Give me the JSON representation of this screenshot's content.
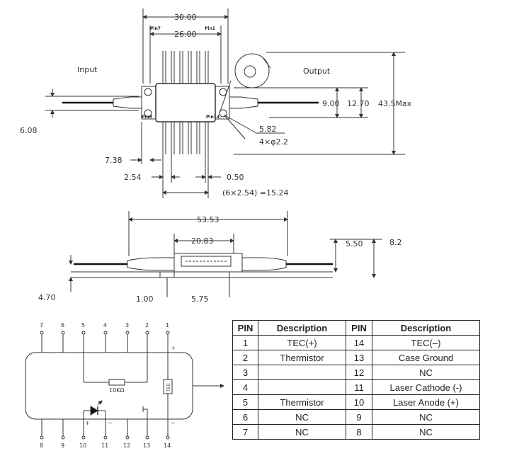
{
  "top_view": {
    "input_label": "Input",
    "output_label": "Output",
    "pin7_label": "Pin7",
    "pin1_label": "Pin1",
    "pin8_label": "Pin8",
    "pin14_label": "Pin14",
    "dim_30": "30.00",
    "dim_26": "26.00",
    "dim_9": "9.00",
    "dim_12_7": "12.70",
    "dim_43_5": "43.5Max",
    "dim_6_08": "6.08",
    "dim_5_82": "5.82",
    "dim_holes": "4×φ2.2",
    "dim_7_38": "7.38",
    "dim_2_54": "2.54",
    "dim_0_50": "0.50",
    "dim_pitch": "(6×2.54) =15.24"
  },
  "side_view": {
    "dim_53_53": "53.53",
    "dim_20_83": "20.83",
    "dim_5_50": "5.50",
    "dim_8_2": "8.2",
    "dim_4_70": "4.70",
    "dim_1_00": "1.00",
    "dim_5_75": "5.75"
  },
  "schematic": {
    "top_pins": [
      "7",
      "6",
      "5",
      "4",
      "3",
      "2",
      "1"
    ],
    "bottom_pins": [
      "8",
      "9",
      "10",
      "11",
      "12",
      "13",
      "14"
    ],
    "resistor_label": "10KΩ",
    "tec_label": "TEC",
    "plus_top": "+",
    "minus_bottom": "−",
    "diode_plus": "+",
    "diode_minus": "−"
  },
  "pin_table": {
    "headers": [
      "PIN",
      "Description",
      "PIN",
      "Description"
    ],
    "rows": [
      [
        "1",
        "TEC(+)",
        "14",
        "TEC(–)"
      ],
      [
        "2",
        "Thermistor",
        "13",
        "Case Ground"
      ],
      [
        "3",
        "",
        "12",
        "NC"
      ],
      [
        "4",
        "",
        "11",
        "Laser Cathode (-)"
      ],
      [
        "5",
        "Thermistor",
        "10",
        "Laser Anode (+)"
      ],
      [
        "6",
        "NC",
        "9",
        "NC"
      ],
      [
        "7",
        "NC",
        "8",
        "NC"
      ]
    ]
  }
}
